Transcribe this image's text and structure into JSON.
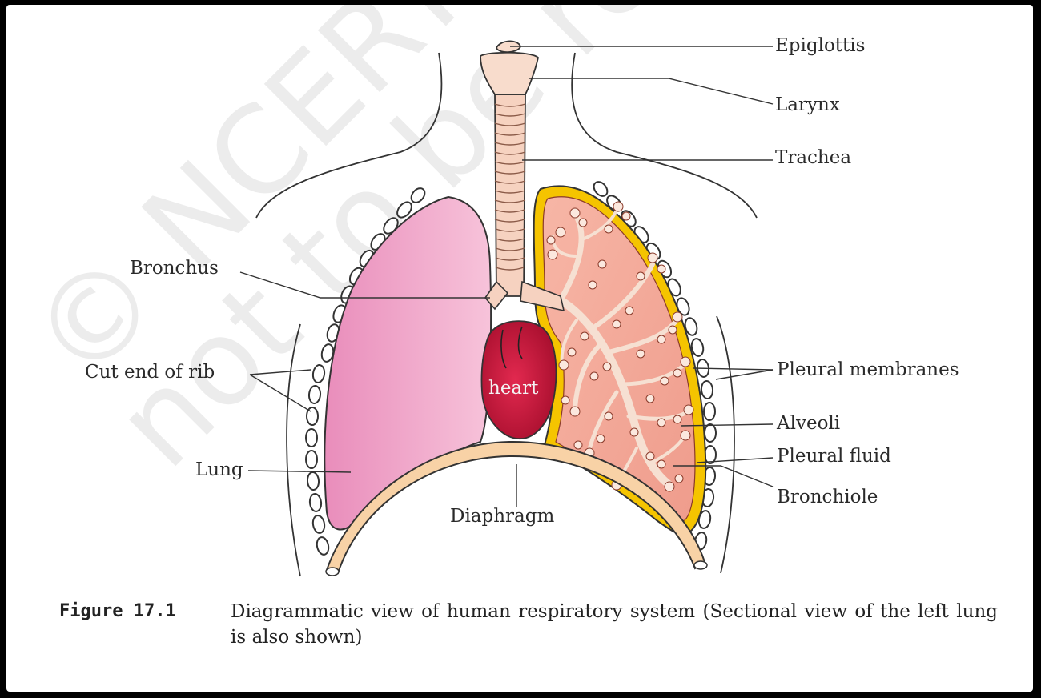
{
  "watermark": {
    "line1": "© NCERT",
    "line2": "not to be republished"
  },
  "labels": {
    "epiglottis": "Epiglottis",
    "larynx": "Larynx",
    "trachea": "Trachea",
    "bronchus": "Bronchus",
    "cut_end_of_rib": "Cut end of rib",
    "pleural_membranes": "Pleural membranes",
    "heart": "heart",
    "alveoli": "Alveoli",
    "pleural_fluid": "Pleural fluid",
    "lung": "Lung",
    "bronchiole": "Bronchiole",
    "diaphragm": "Diaphragm"
  },
  "caption": {
    "number": "Figure 17.1",
    "text": "Diagrammatic view of human respiratory system (Sectional view of the left lung is also shown)"
  },
  "colors": {
    "right_lung": "#f0a8c8",
    "left_lung_tissue": "#f3a89c",
    "pleura": "#f5c400",
    "heart": "#c8163a",
    "diaphragm": "#f8d2a6",
    "trachea": "#f6d2c0"
  }
}
